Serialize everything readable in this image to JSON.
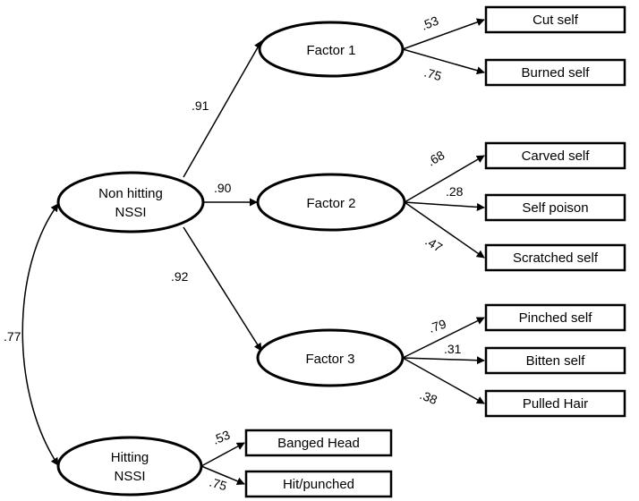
{
  "colors": {
    "stroke": "#000000",
    "background": "#ffffff",
    "text": "#000000"
  },
  "latent": {
    "nonhitting": {
      "line1": "Non hitting",
      "line2": "NSSI"
    },
    "hitting": {
      "line1": "Hitting",
      "line2": "NSSI"
    },
    "factor1": {
      "label": "Factor 1"
    },
    "factor2": {
      "label": "Factor 2"
    },
    "factor3": {
      "label": "Factor 3"
    }
  },
  "observed": {
    "cut_self": "Cut self",
    "burned_self": "Burned self",
    "carved_self": "Carved self",
    "self_poison": "Self poison",
    "scratched_self": "Scratched self",
    "pinched_self": "Pinched self",
    "bitten_self": "Bitten self",
    "pulled_hair": "Pulled Hair",
    "banged_head": "Banged Head",
    "hit_punched": "Hit/punched"
  },
  "coefficients": {
    "correlation": ".77",
    "nonhitting_factor1": ".91",
    "nonhitting_factor2": ".90",
    "nonhitting_factor3": ".92",
    "factor1_cut": ".53",
    "factor1_burned": ".75",
    "factor2_carved": ".68",
    "factor2_poison": ".28",
    "factor2_scratched": ".47",
    "factor3_pinched": ".79",
    "factor3_bitten": ".31",
    "factor3_pulled": ".38",
    "hitting_banged": ".53",
    "hitting_hit": ".75"
  }
}
